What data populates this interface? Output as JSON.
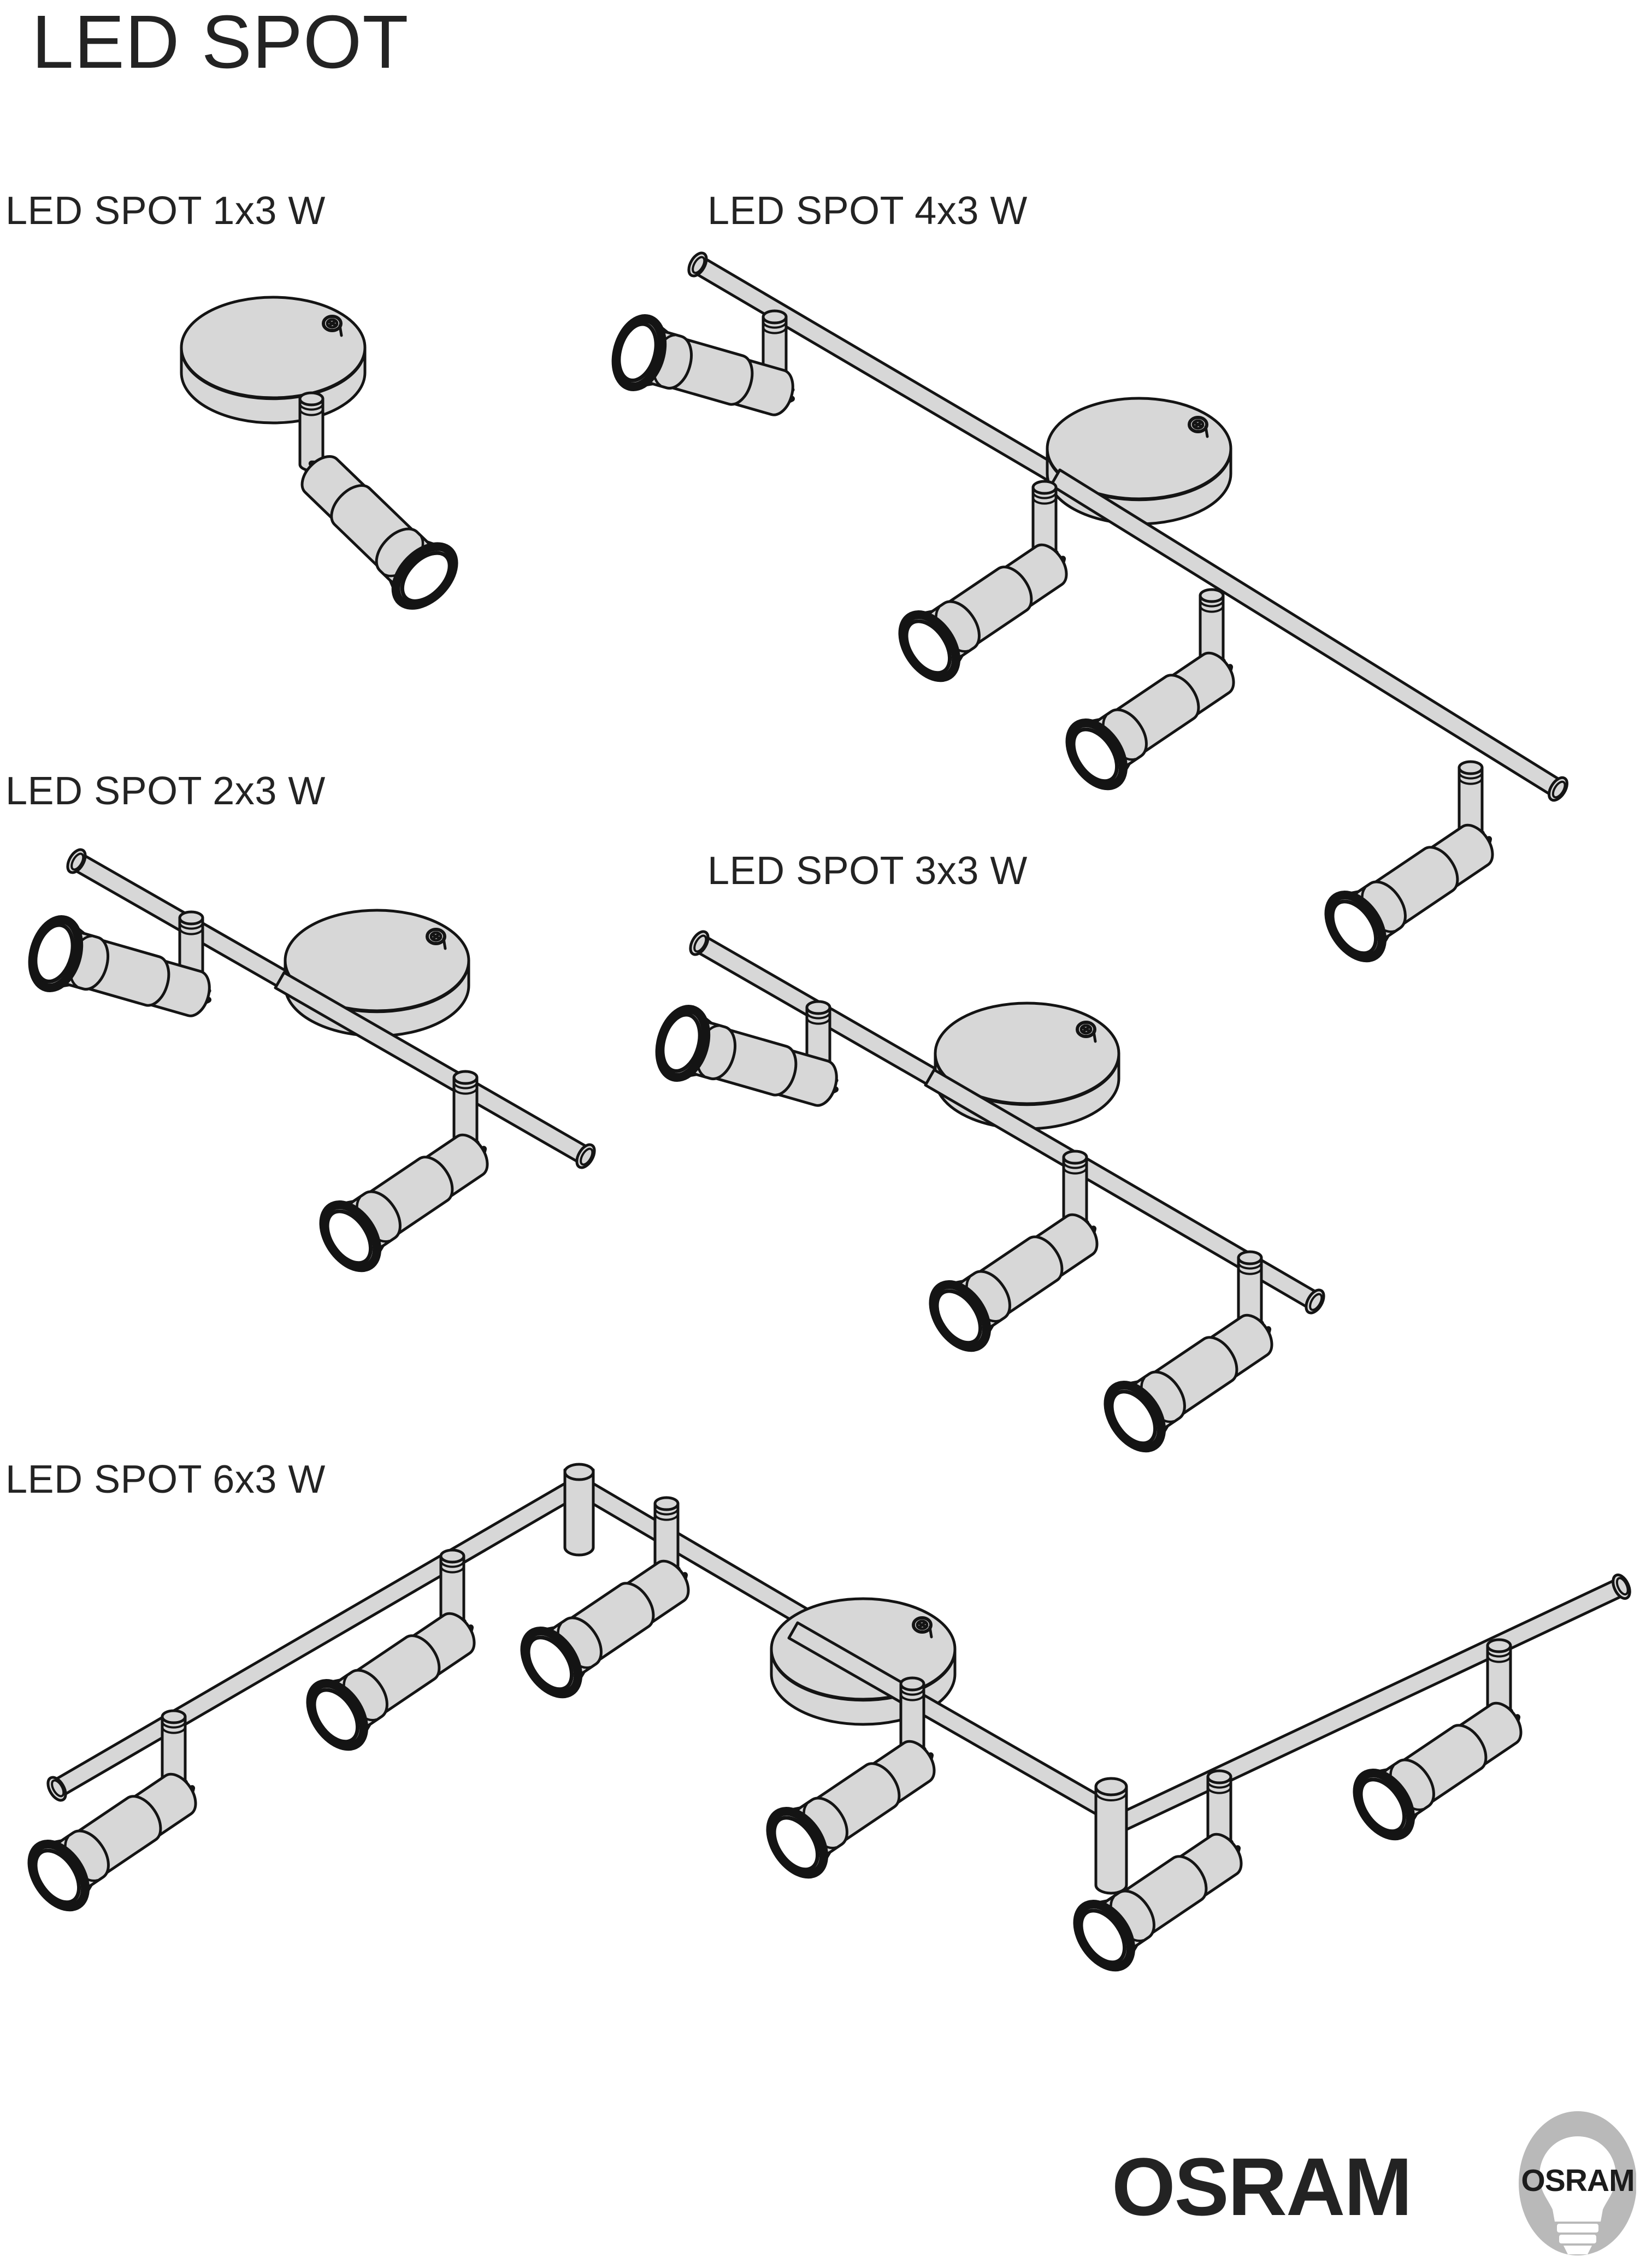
{
  "document": {
    "title": "LED SPOT",
    "background_color": "#ffffff",
    "line_color": "#141414",
    "fill_color": "#d7d7d7",
    "text_color": "#232323"
  },
  "variants": [
    {
      "id": "1x3w",
      "label": "LED SPOT 1x3 W",
      "spot_count": 1,
      "watt_per_spot": 3,
      "layout": "single-head-on-round-base"
    },
    {
      "id": "2x3w",
      "label": "LED SPOT 2x3 W",
      "spot_count": 2,
      "watt_per_spot": 3,
      "layout": "straight-bar-two-heads"
    },
    {
      "id": "3x3w",
      "label": "LED SPOT 3x3 W",
      "spot_count": 3,
      "watt_per_spot": 3,
      "layout": "straight-bar-three-heads"
    },
    {
      "id": "4x3w",
      "label": "LED SPOT 4x3 W",
      "spot_count": 4,
      "watt_per_spot": 3,
      "layout": "straight-bar-four-heads"
    },
    {
      "id": "6x3w",
      "label": "LED SPOT 6x3 W",
      "spot_count": 6,
      "watt_per_spot": 3,
      "layout": "v-shaped-twin-bar-six-heads"
    }
  ],
  "branding": {
    "wordmark": "OSRAM",
    "emblem_text": "OSRAM",
    "emblem_shape": "oval-with-light-bulb",
    "emblem_bg_color": "#b9b9b9",
    "wordmark_color": "#232323"
  }
}
